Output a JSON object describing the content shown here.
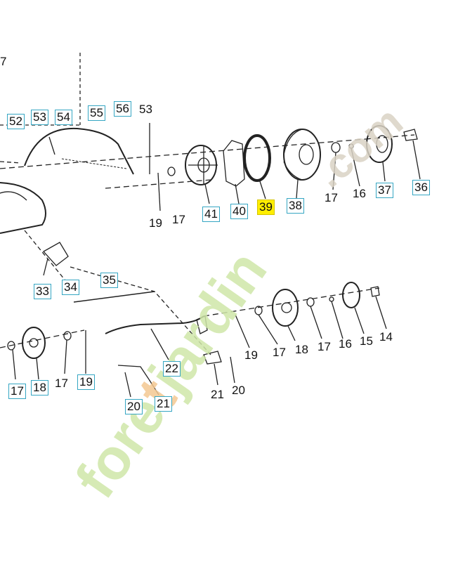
{
  "diagram": {
    "labels": [
      {
        "id": "l7",
        "text": "7",
        "boxed": false
      },
      {
        "id": "l52",
        "text": "52",
        "boxed": true
      },
      {
        "id": "l53a",
        "text": "53",
        "boxed": true
      },
      {
        "id": "l54",
        "text": "54",
        "boxed": true
      },
      {
        "id": "l55",
        "text": "55",
        "boxed": true
      },
      {
        "id": "l56",
        "text": "56",
        "boxed": true
      },
      {
        "id": "l53b",
        "text": "53",
        "boxed": false
      },
      {
        "id": "l19a",
        "text": "19",
        "boxed": false
      },
      {
        "id": "l17a",
        "text": "17",
        "boxed": false
      },
      {
        "id": "l41",
        "text": "41",
        "boxed": true
      },
      {
        "id": "l40",
        "text": "40",
        "boxed": true
      },
      {
        "id": "l39",
        "text": "39",
        "boxed": true,
        "highlight": true
      },
      {
        "id": "l38",
        "text": "38",
        "boxed": true
      },
      {
        "id": "l17b",
        "text": "17",
        "boxed": false
      },
      {
        "id": "l16a",
        "text": "16",
        "boxed": false
      },
      {
        "id": "l37",
        "text": "37",
        "boxed": true
      },
      {
        "id": "l36",
        "text": "36",
        "boxed": true
      },
      {
        "id": "l33",
        "text": "33",
        "boxed": true
      },
      {
        "id": "l34",
        "text": "34",
        "boxed": true
      },
      {
        "id": "l35",
        "text": "35",
        "boxed": true
      },
      {
        "id": "l19b",
        "text": "19",
        "boxed": false
      },
      {
        "id": "l17c",
        "text": "17",
        "boxed": false
      },
      {
        "id": "l18a",
        "text": "18",
        "boxed": false
      },
      {
        "id": "l17d",
        "text": "17",
        "boxed": false
      },
      {
        "id": "l16b",
        "text": "16",
        "boxed": false
      },
      {
        "id": "l15",
        "text": "15",
        "boxed": false
      },
      {
        "id": "l14",
        "text": "14",
        "boxed": false
      },
      {
        "id": "l22",
        "text": "22",
        "boxed": true
      },
      {
        "id": "l21a",
        "text": "21",
        "boxed": false
      },
      {
        "id": "l20a",
        "text": "20",
        "boxed": false
      },
      {
        "id": "l17e",
        "text": "17",
        "boxed": true
      },
      {
        "id": "l18b",
        "text": "18",
        "boxed": true
      },
      {
        "id": "l17f",
        "text": "17",
        "boxed": false
      },
      {
        "id": "l19c",
        "text": "19",
        "boxed": true
      },
      {
        "id": "l20b",
        "text": "20",
        "boxed": true
      },
      {
        "id": "l21b",
        "text": "21",
        "boxed": true
      }
    ]
  },
  "watermark": {
    "main_text": "foretjardin",
    "suffix_text": ".com",
    "color": "#cfe6a8",
    "accent_color": "#f3c892",
    "suffix_color": "#d9d2c4"
  },
  "colors": {
    "line": "#222222",
    "box_border": "#35a6c3",
    "highlight": "#ffee00"
  }
}
